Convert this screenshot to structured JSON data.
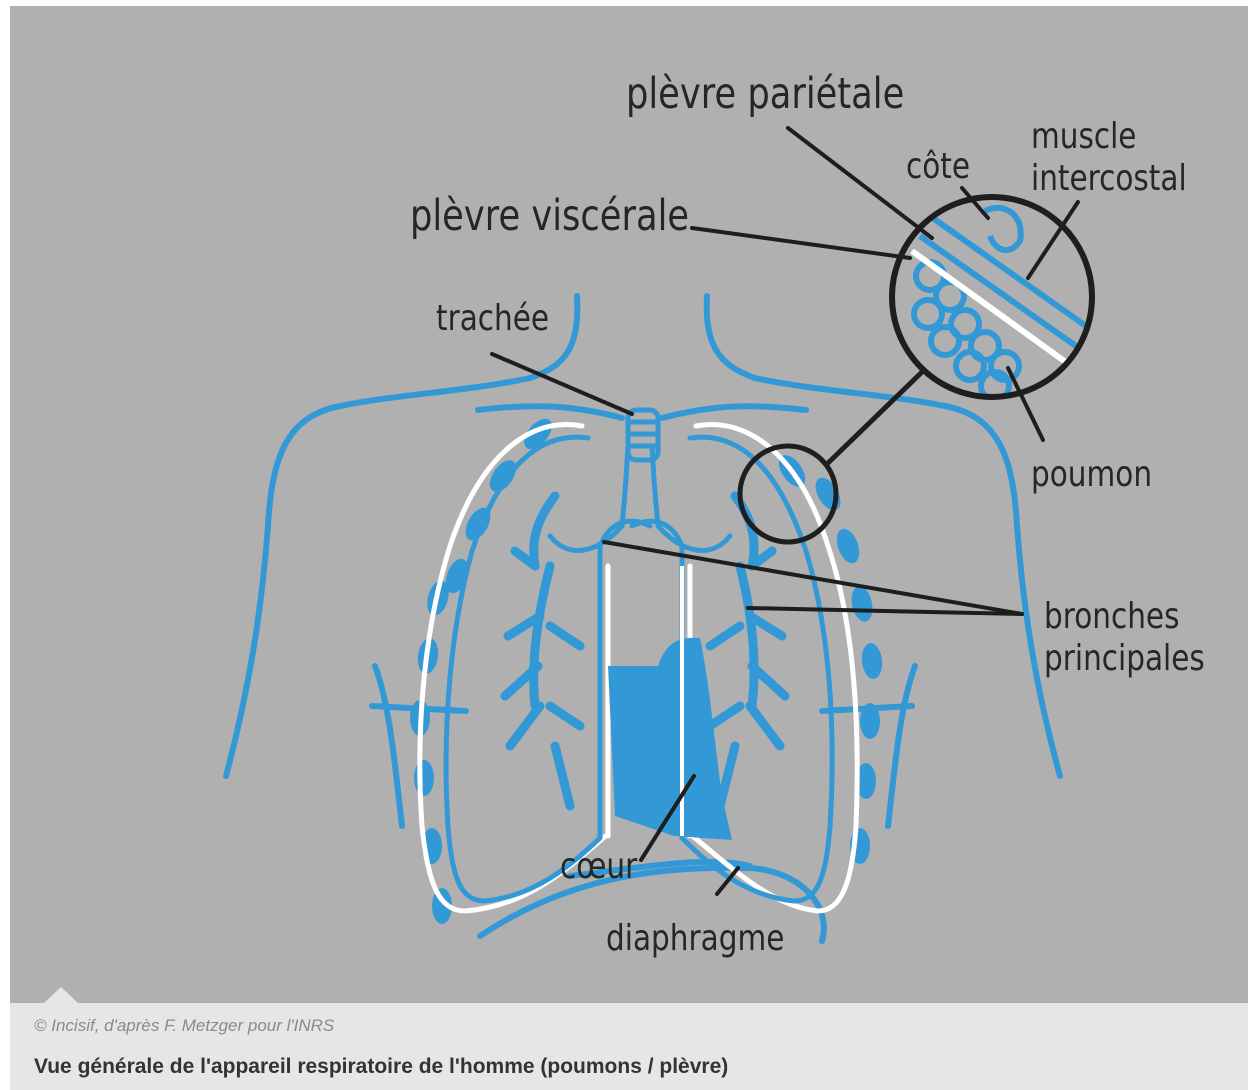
{
  "diagram": {
    "labels": {
      "plevre_parietale": "plèvre pariétale",
      "plevre_viscerale": "plèvre viscérale",
      "cote": "côte",
      "muscle_intercostal_line1": "muscle",
      "muscle_intercostal_line2": "intercostal",
      "trachee": "trachée",
      "poumon": "poumon",
      "bronches_line1": "bronches",
      "bronches_line2": "principales",
      "coeur": "cœur",
      "diaphragme": "diaphragme"
    },
    "colors": {
      "background": "#b1b0b1",
      "anatomy_blue": "#3399d6",
      "pleura_white": "#ffffff",
      "leader_lines": "#1e1e1e",
      "caption_bg": "#e6e6e6"
    }
  },
  "caption": {
    "credit": "© Incisif, d'après F. Metzger pour l'INRS",
    "title": "Vue générale de l'appareil respiratoire de l'homme (poumons / plèvre)"
  }
}
